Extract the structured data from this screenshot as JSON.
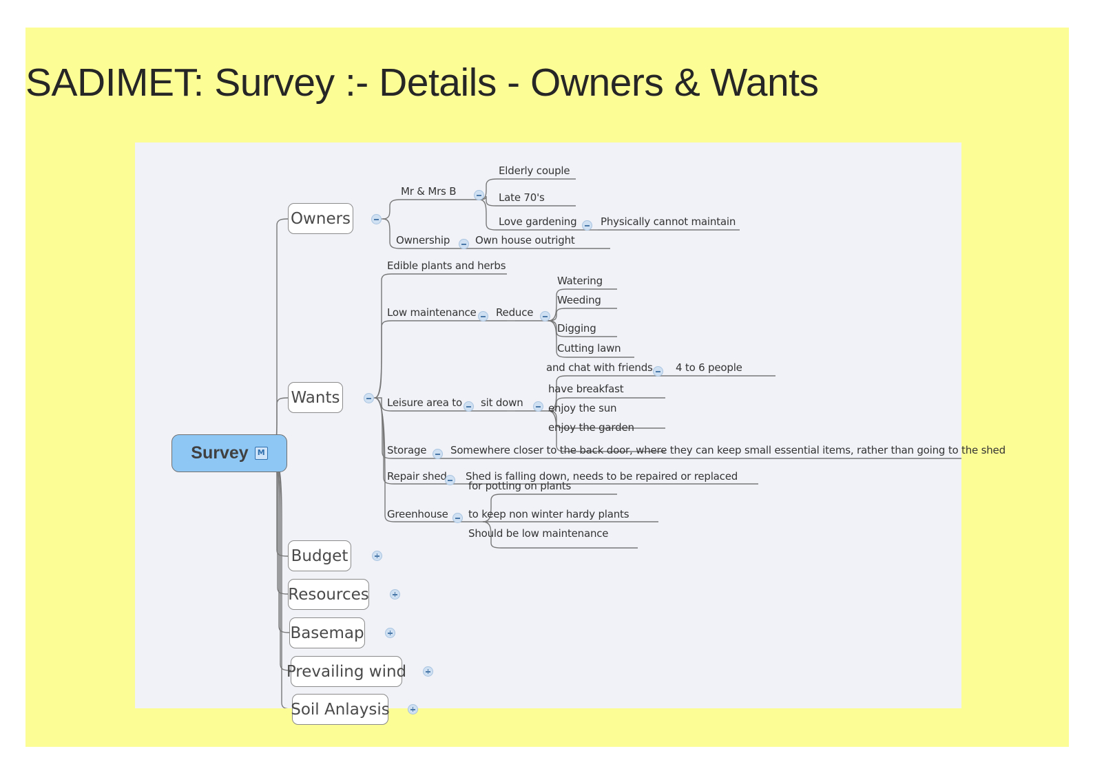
{
  "slide": {
    "title": "SADIMET: Survey :- Details - Owners & Wants",
    "background_color": "#fdfd96",
    "canvas_color": "#f0f2f8"
  },
  "mindmap": {
    "root": {
      "label": "Survey",
      "badge": "M",
      "badge_icon": "map-marker-badge-icon",
      "color": "#8ec6f4"
    },
    "branches": [
      {
        "label": "Owners",
        "toggle": "collapse-icon",
        "children": [
          {
            "label": "Mr & Mrs B",
            "toggle": "collapse-icon",
            "children": [
              {
                "label": "Elderly couple"
              },
              {
                "label": "Late 70's"
              },
              {
                "label": "Love gardening",
                "toggle": "collapse-icon",
                "children": [
                  {
                    "label": "Physically cannot maintain"
                  }
                ]
              }
            ]
          },
          {
            "label": "Ownership",
            "toggle": "collapse-icon",
            "children": [
              {
                "label": "Own house outright"
              }
            ]
          }
        ]
      },
      {
        "label": "Wants",
        "toggle": "collapse-icon",
        "children": [
          {
            "label": "Edible plants and herbs"
          },
          {
            "label": "Low maintenance",
            "toggle": "collapse-icon",
            "children": [
              {
                "label": "Reduce",
                "toggle": "collapse-icon",
                "children": [
                  {
                    "label": "Watering"
                  },
                  {
                    "label": "Weeding"
                  },
                  {
                    "label": "Digging"
                  },
                  {
                    "label": "Cutting lawn"
                  }
                ]
              }
            ]
          },
          {
            "label": "Leisure area to",
            "toggle": "collapse-icon",
            "children": [
              {
                "label": "sit down",
                "toggle": "collapse-icon",
                "children": [
                  {
                    "label": "and chat with friends",
                    "toggle": "collapse-icon",
                    "children": [
                      {
                        "label": "4 to 6 people"
                      }
                    ]
                  },
                  {
                    "label": "have breakfast"
                  },
                  {
                    "label": "enjoy the sun"
                  },
                  {
                    "label": "enjoy the garden"
                  }
                ]
              }
            ]
          },
          {
            "label": "Storage",
            "toggle": "collapse-icon",
            "children": [
              {
                "label": "Somewhere closer to the back door, where they can keep small essential items, rather than going to the shed"
              }
            ]
          },
          {
            "label": "Repair shed",
            "toggle": "collapse-icon",
            "children": [
              {
                "label": "Shed is falling down, needs to be repaired or replaced"
              }
            ]
          },
          {
            "label": "Greenhouse",
            "toggle": "collapse-icon",
            "children": [
              {
                "label": "for potting on plants"
              },
              {
                "label": "to keep non winter hardy plants"
              },
              {
                "label": "Should be low maintenance"
              }
            ]
          }
        ]
      },
      {
        "label": "Budget",
        "toggle": "expand-icon",
        "collapsed": true
      },
      {
        "label": "Resources",
        "toggle": "expand-icon",
        "collapsed": true
      },
      {
        "label": "Basemap",
        "toggle": "expand-icon",
        "collapsed": true
      },
      {
        "label": "Prevailing wind",
        "toggle": "expand-icon",
        "collapsed": true
      },
      {
        "label": "Soil Anlaysis",
        "toggle": "expand-icon",
        "collapsed": true
      }
    ]
  }
}
